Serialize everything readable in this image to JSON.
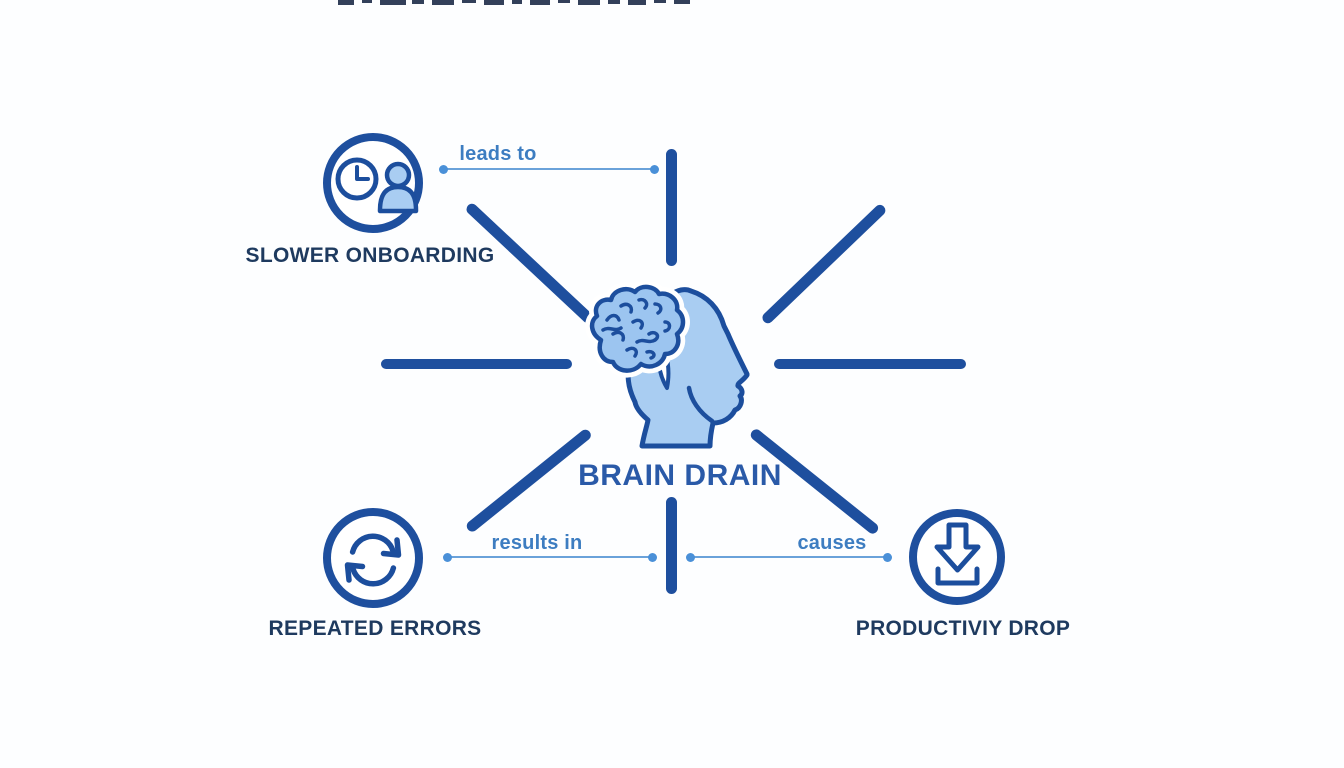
{
  "diagram": {
    "center": {
      "label": "BRAIN DRAIN",
      "icon": "brain-lifting-from-head-icon"
    },
    "nodes": {
      "slower_onboarding": {
        "label": "SLOWER ONBOARDING",
        "icon": "clock-person-icon"
      },
      "repeated_errors": {
        "label": "REPEATED ERRORS",
        "icon": "sync-arrows-icon"
      },
      "productivity_drop": {
        "label": "PRODUCTIVIY DROP",
        "icon": "download-arrow-icon"
      }
    },
    "connectors": {
      "leads_to": {
        "label": "leads to"
      },
      "results_in": {
        "label": "results in"
      },
      "causes": {
        "label": "causes"
      }
    },
    "colors": {
      "ray_blue": "#1e4f9e",
      "outline_blue": "#1c4e9d",
      "light_blue_fill": "#a9cdf2",
      "brain_fill": "#9cc5f0",
      "connector_line": "#6aa2da",
      "connector_dot": "#4a90d8",
      "connector_label": "#3d7dc1",
      "center_label": "#2a5aa8",
      "node_label": "#1e3a5f",
      "background": "#fdfeff"
    }
  }
}
